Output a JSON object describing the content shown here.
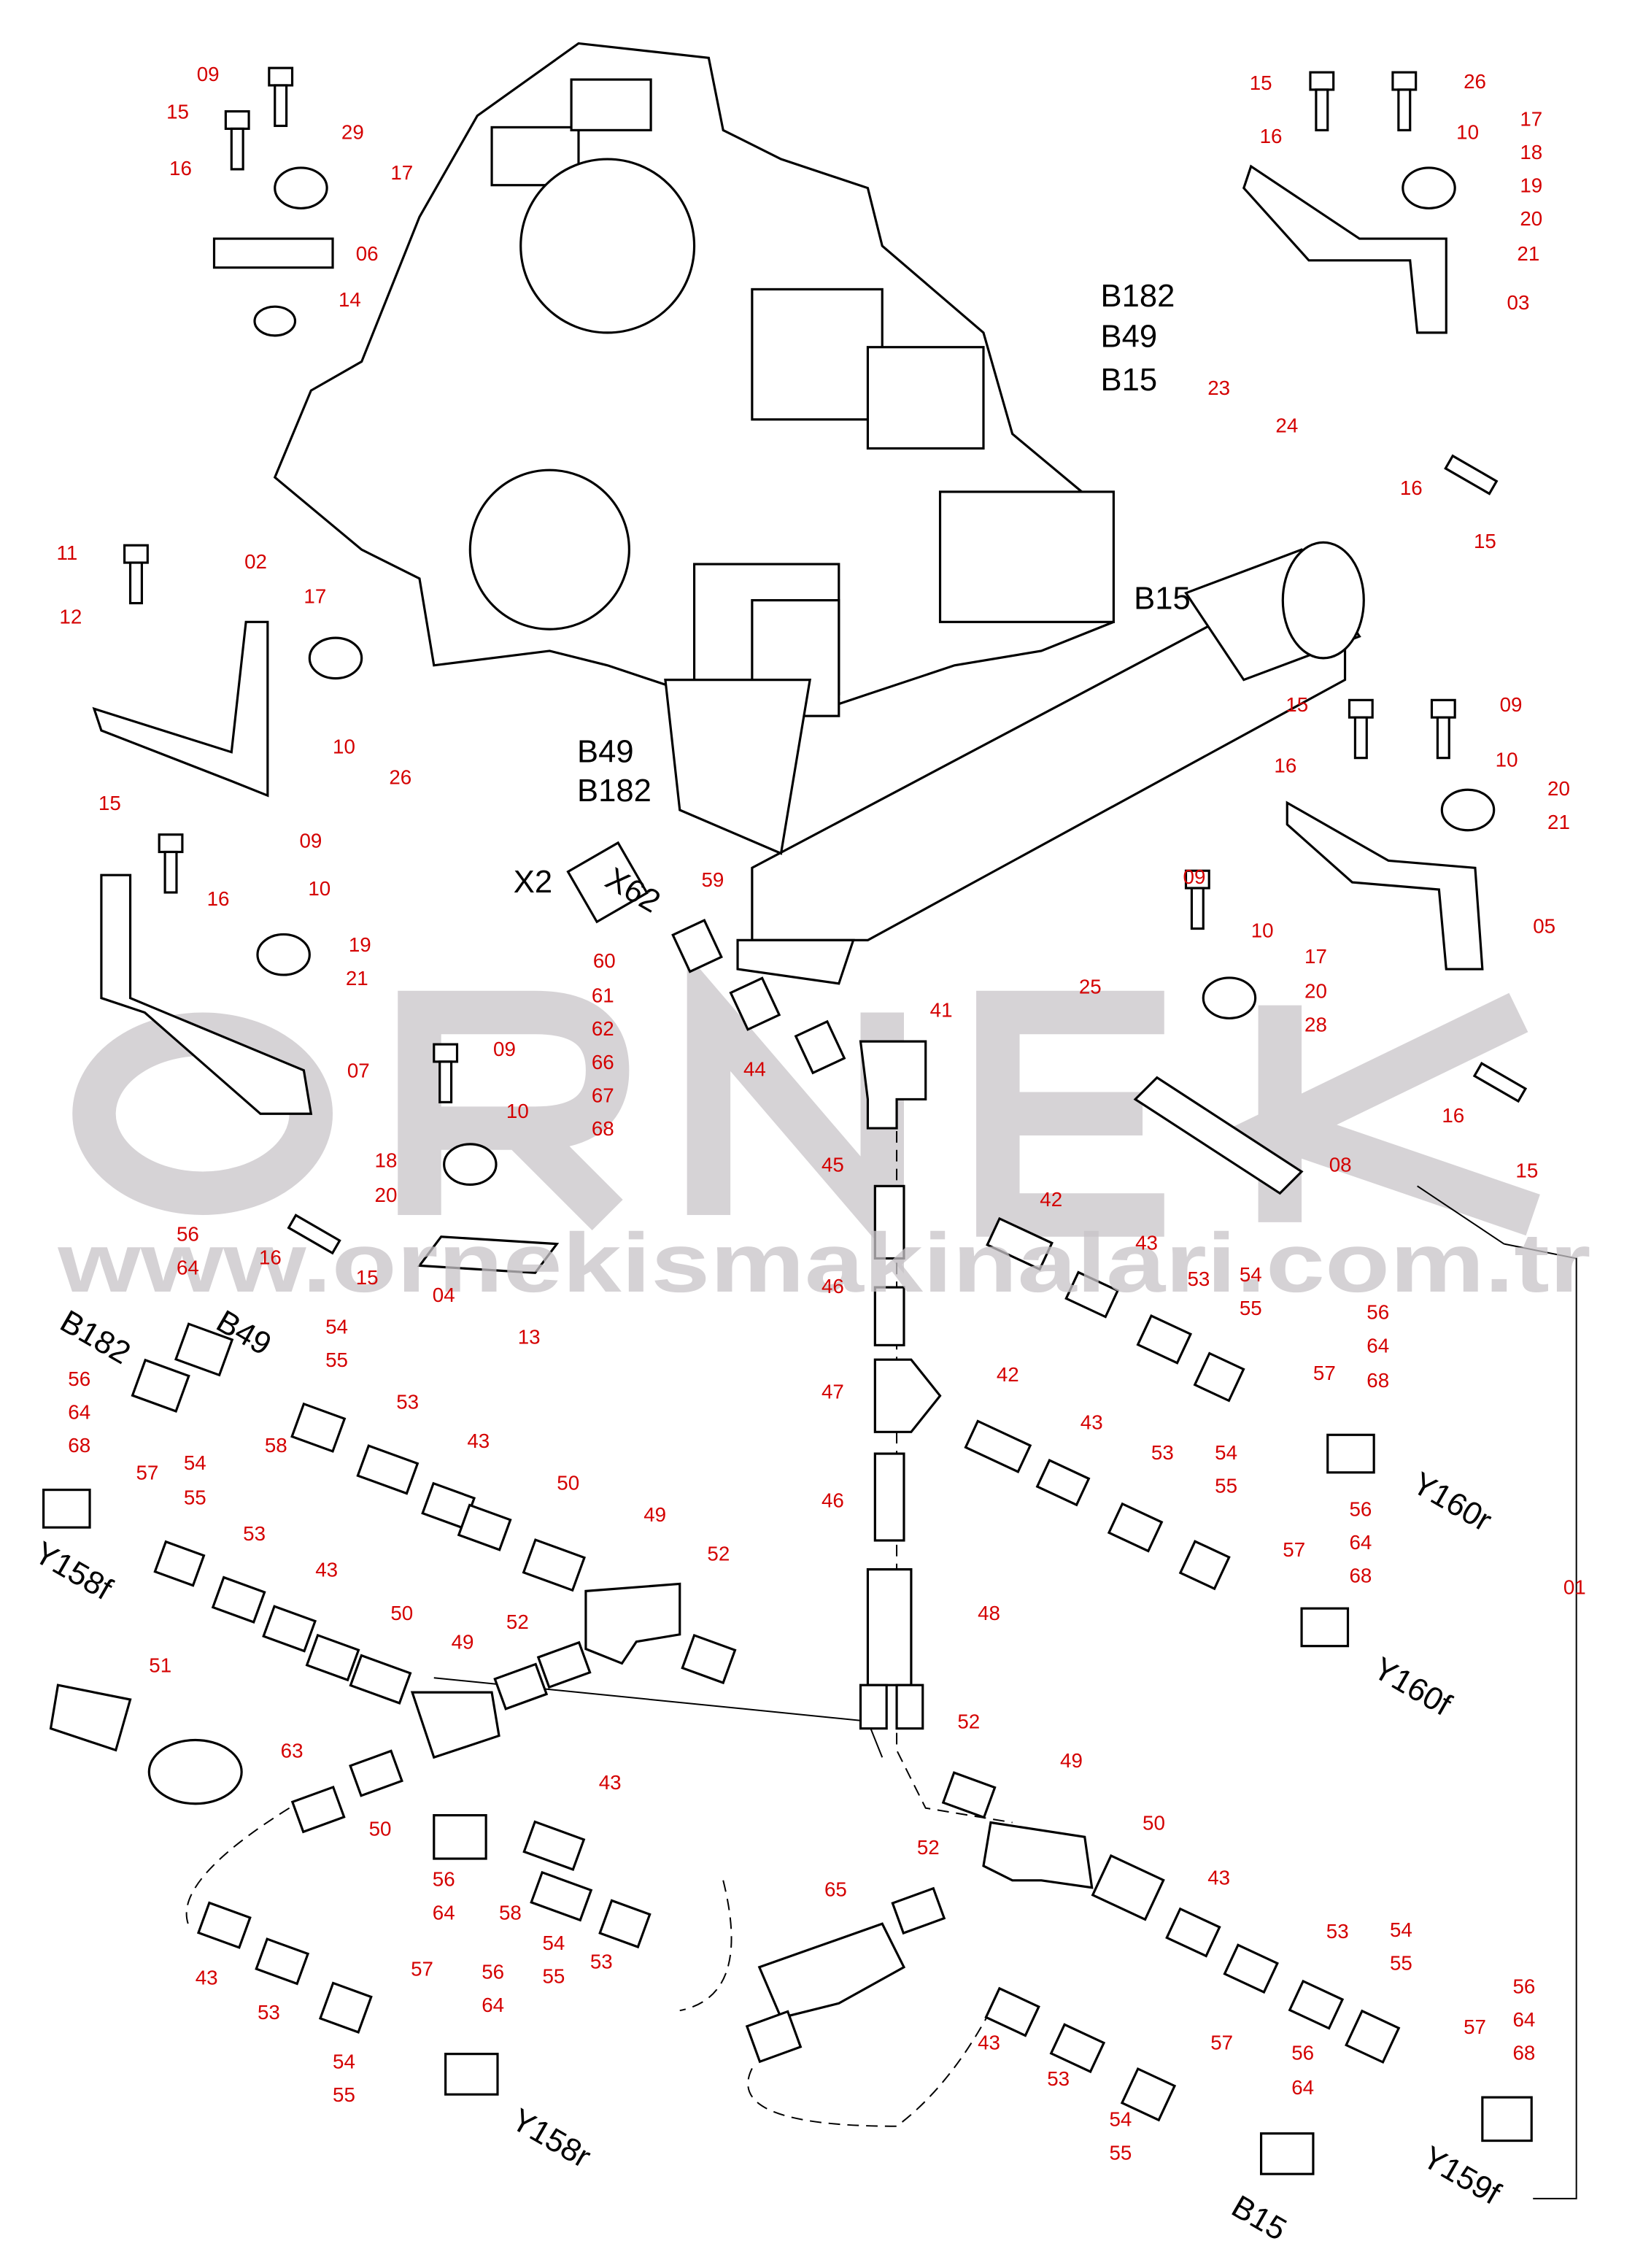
{
  "watermark": {
    "logo": "ORNEK",
    "url": "www.ornekismakinalari.com.tr"
  },
  "callouts": [
    "09",
    "15",
    "29",
    "16",
    "17",
    "06",
    "14",
    "15",
    "26",
    "17",
    "16",
    "10",
    "18",
    "19",
    "20",
    "21",
    "03",
    "16",
    "15",
    "B182",
    "B49",
    "B15",
    "23",
    "24",
    "B15",
    "11",
    "02",
    "17",
    "12",
    "10",
    "26",
    "B49",
    "B182",
    "15",
    "09",
    "16",
    "10",
    "20",
    "21",
    "05",
    "X2",
    "X62",
    "59",
    "60",
    "61",
    "62",
    "66",
    "67",
    "68",
    "41",
    "44",
    "15",
    "09",
    "16",
    "10",
    "19",
    "21",
    "07",
    "09",
    "10",
    "17",
    "25",
    "20",
    "28",
    "16",
    "15",
    "08",
    "09",
    "10",
    "18",
    "20",
    "04",
    "13",
    "56",
    "64",
    "16",
    "15",
    "45",
    "42",
    "43",
    "53",
    "54",
    "55",
    "46",
    "56",
    "64",
    "68",
    "57",
    "Y160r",
    "B182",
    "B49",
    "54",
    "55",
    "56",
    "64",
    "68",
    "58",
    "53",
    "43",
    "50",
    "49",
    "52",
    "47",
    "42",
    "43",
    "53",
    "54",
    "55",
    "46",
    "56",
    "64",
    "68",
    "57",
    "48",
    "Y160f",
    "57",
    "54",
    "55",
    "53",
    "43",
    "Y158f",
    "50",
    "49",
    "52",
    "51",
    "63",
    "50",
    "01",
    "52",
    "49",
    "43",
    "50",
    "52",
    "43",
    "56",
    "64",
    "58",
    "54",
    "55",
    "53",
    "65",
    "53",
    "54",
    "55",
    "43",
    "53",
    "57",
    "56",
    "64",
    "54",
    "55",
    "Y158r",
    "43",
    "53",
    "57",
    "56",
    "64",
    "54",
    "55",
    "B15",
    "56",
    "64",
    "68",
    "57",
    "Y159f"
  ]
}
